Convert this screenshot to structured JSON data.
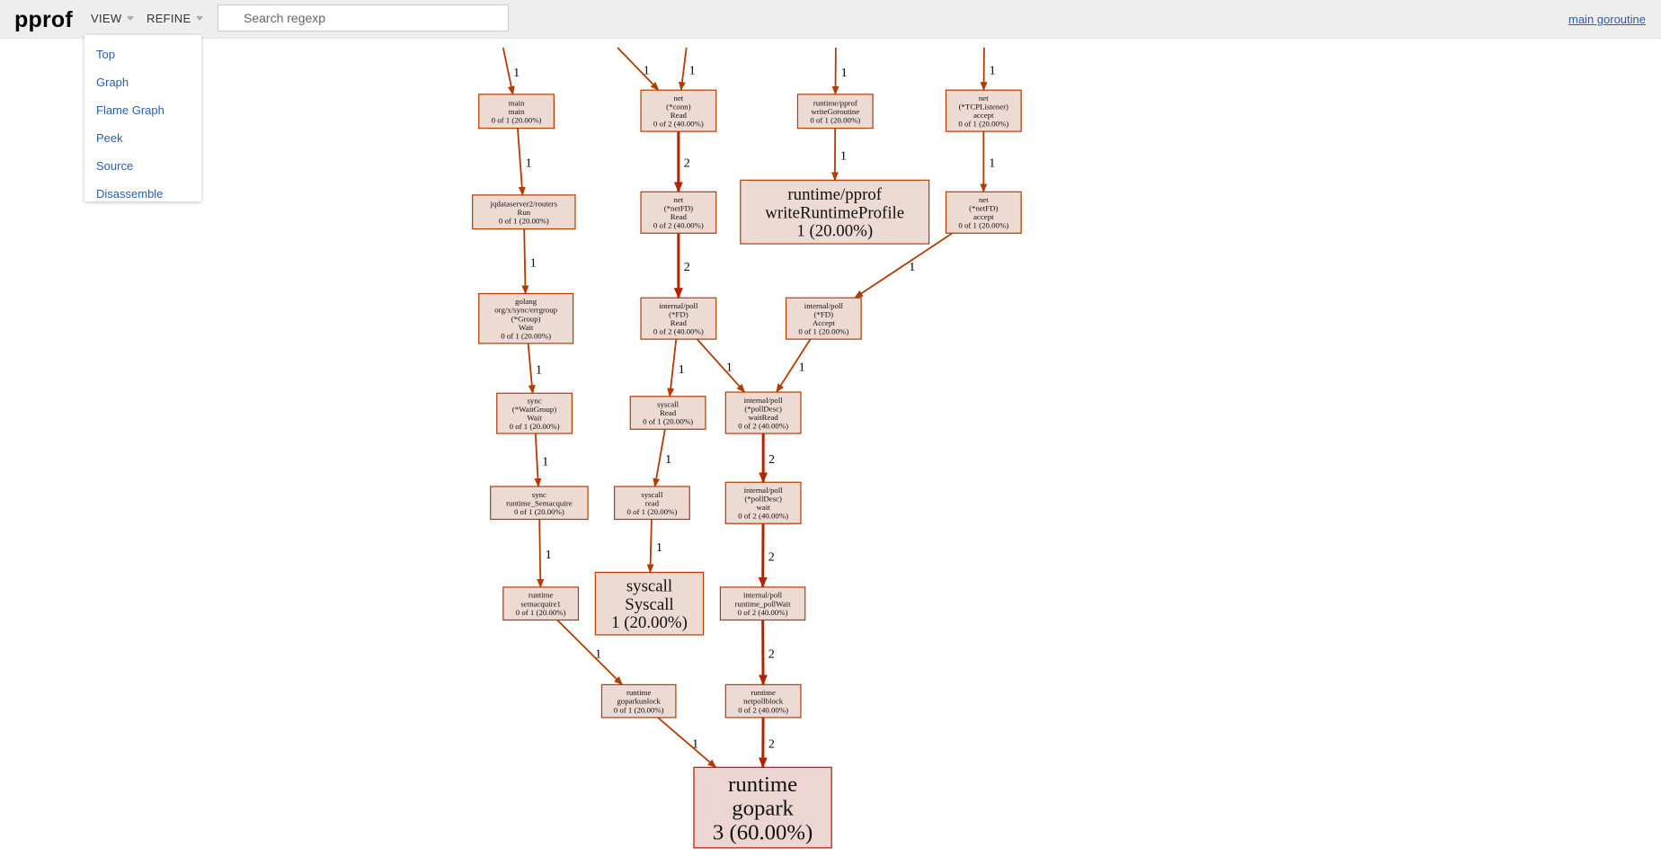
{
  "header": {
    "title": "pprof",
    "view_label": "VIEW",
    "refine_label": "REFINE",
    "search_placeholder": "Search regexp",
    "user_link": "main goroutine"
  },
  "view_menu": {
    "items": [
      "Top",
      "Graph",
      "Flame Graph",
      "Peek",
      "Source",
      "Disassemble"
    ]
  },
  "graph": {
    "nodes": [
      {
        "id": "main_main",
        "lines": [
          "main",
          "main",
          "0 of 1 (20.00%)"
        ]
      },
      {
        "id": "routers_run",
        "lines": [
          "jqdataserver2/routers",
          "Run",
          "0 of 1 (20.00%)"
        ]
      },
      {
        "id": "errgroup_wait",
        "lines": [
          "golang",
          "org/x/sync/errgroup",
          "(*Group)",
          "Wait",
          "0 of 1 (20.00%)"
        ]
      },
      {
        "id": "wg_wait",
        "lines": [
          "sync",
          "(*WaitGroup)",
          "Wait",
          "0 of 1 (20.00%)"
        ]
      },
      {
        "id": "sync_semacq",
        "lines": [
          "sync",
          "runtime_Semacquire",
          "0 of 1 (20.00%)"
        ]
      },
      {
        "id": "rt_semacq1",
        "lines": [
          "runtime",
          "semacquire1",
          "0 of 1 (20.00%)"
        ]
      },
      {
        "id": "goparkunlock",
        "lines": [
          "runtime",
          "goparkunlock",
          "0 of 1 (20.00%)"
        ]
      },
      {
        "id": "net_conn_read",
        "lines": [
          "net",
          "(*conn)",
          "Read",
          "0 of 2 (40.00%)"
        ]
      },
      {
        "id": "netfd_read",
        "lines": [
          "net",
          "(*netFD)",
          "Read",
          "0 of 2 (40.00%)"
        ]
      },
      {
        "id": "poll_fd_read",
        "lines": [
          "internal/poll",
          "(*FD)",
          "Read",
          "0 of 2 (40.00%)"
        ]
      },
      {
        "id": "syscall_read_u",
        "lines": [
          "syscall",
          "Read",
          "0 of 1 (20.00%)"
        ]
      },
      {
        "id": "syscall_read_l",
        "lines": [
          "syscall",
          "read",
          "0 of 1 (20.00%)"
        ]
      },
      {
        "id": "syscall_syscall",
        "lines": [
          "syscall",
          "Syscall",
          "1 (20.00%)"
        ]
      },
      {
        "id": "pollDesc_waitRead",
        "lines": [
          "internal/poll",
          "(*pollDesc)",
          "waitRead",
          "0 of 2 (40.00%)"
        ]
      },
      {
        "id": "pollDesc_wait",
        "lines": [
          "internal/poll",
          "(*pollDesc)",
          "wait",
          "0 of 2 (40.00%)"
        ]
      },
      {
        "id": "pollWait",
        "lines": [
          "internal/poll",
          "runtime_pollWait",
          "0 of 2 (40.00%)"
        ]
      },
      {
        "id": "netpollblock",
        "lines": [
          "runtime",
          "netpollblock",
          "0 of 2 (40.00%)"
        ]
      },
      {
        "id": "gopark",
        "lines": [
          "runtime",
          "gopark",
          "3 (60.00%)"
        ]
      },
      {
        "id": "pprof_writeGoroutine",
        "lines": [
          "runtime/pprof",
          "writeGoroutine",
          "0 of 1 (20.00%)"
        ]
      },
      {
        "id": "pprof_writeRuntimeProfile",
        "lines": [
          "runtime/pprof",
          "writeRuntimeProfile",
          "1 (20.00%)"
        ]
      },
      {
        "id": "tcp_accept",
        "lines": [
          "net",
          "(*TCPListener)",
          "accept",
          "0 of 1 (20.00%)"
        ]
      },
      {
        "id": "netfd_accept",
        "lines": [
          "net",
          "(*netFD)",
          "accept",
          "0 of 1 (20.00%)"
        ]
      },
      {
        "id": "poll_fd_accept",
        "lines": [
          "internal/poll",
          "(*FD)",
          "Accept",
          "0 of 1 (20.00%)"
        ]
      }
    ],
    "edges": [
      {
        "from": "top_main",
        "to": "main_main",
        "label": "1"
      },
      {
        "from": "main_main",
        "to": "routers_run",
        "label": "1"
      },
      {
        "from": "routers_run",
        "to": "errgroup_wait",
        "label": "1"
      },
      {
        "from": "errgroup_wait",
        "to": "wg_wait",
        "label": "1"
      },
      {
        "from": "wg_wait",
        "to": "sync_semacq",
        "label": "1"
      },
      {
        "from": "sync_semacq",
        "to": "rt_semacq1",
        "label": "1"
      },
      {
        "from": "rt_semacq1",
        "to": "goparkunlock",
        "label": "1"
      },
      {
        "from": "goparkunlock",
        "to": "gopark",
        "label": "1"
      },
      {
        "from": "top_a",
        "to": "net_conn_read",
        "label": "1"
      },
      {
        "from": "top_b",
        "to": "net_conn_read",
        "label": "1"
      },
      {
        "from": "net_conn_read",
        "to": "netfd_read",
        "label": "2"
      },
      {
        "from": "netfd_read",
        "to": "poll_fd_read",
        "label": "2"
      },
      {
        "from": "poll_fd_read",
        "to": "syscall_read_u",
        "label": "1"
      },
      {
        "from": "poll_fd_read",
        "to": "pollDesc_waitRead",
        "label": "1"
      },
      {
        "from": "syscall_read_u",
        "to": "syscall_read_l",
        "label": "1"
      },
      {
        "from": "syscall_read_l",
        "to": "syscall_syscall",
        "label": "1"
      },
      {
        "from": "pollDesc_waitRead",
        "to": "pollDesc_wait",
        "label": "2"
      },
      {
        "from": "pollDesc_wait",
        "to": "pollWait",
        "label": "2"
      },
      {
        "from": "pollWait",
        "to": "netpollblock",
        "label": "2"
      },
      {
        "from": "netpollblock",
        "to": "gopark",
        "label": "2"
      },
      {
        "from": "top_pprof",
        "to": "pprof_writeGoroutine",
        "label": "1"
      },
      {
        "from": "pprof_writeGoroutine",
        "to": "pprof_writeRuntimeProfile",
        "label": "1"
      },
      {
        "from": "top_tcp",
        "to": "tcp_accept",
        "label": "1"
      },
      {
        "from": "tcp_accept",
        "to": "netfd_accept",
        "label": "1"
      },
      {
        "from": "netfd_accept",
        "to": "poll_fd_accept",
        "label": "1"
      },
      {
        "from": "poll_fd_accept",
        "to": "pollDesc_waitRead",
        "label": "1"
      }
    ]
  },
  "colors": {
    "node_fill": "#eddad3",
    "node_stroke": "#b23c00",
    "edge_color": "#b23c00",
    "link_color": "#2a5db0"
  }
}
